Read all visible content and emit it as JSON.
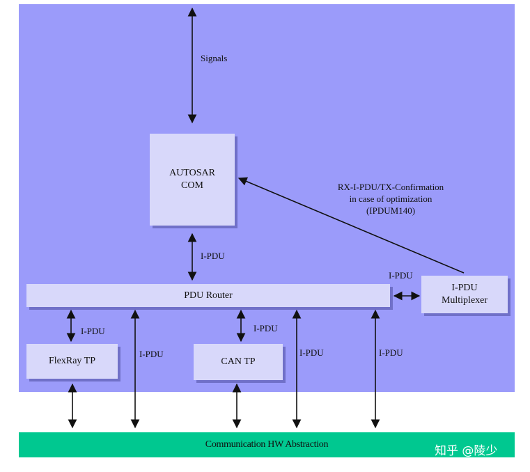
{
  "diagram": {
    "blocks": {
      "autosar_com": "AUTOSAR\nCOM",
      "pdu_router": "PDU Router",
      "ipdu_multiplexer": "I-PDU\nMultiplexer",
      "flexray_tp": "FlexRay TP",
      "can_tp": "CAN TP",
      "hw_abstraction": "Communication HW Abstraction"
    },
    "labels": {
      "signals": "Signals",
      "ipdu_com_router": "I-PDU",
      "ipdu_router_mux": "I-PDU",
      "ipdu_flexray_tp": "I-PDU",
      "ipdu_flexray_direct": "I-PDU",
      "ipdu_can_tp": "I-PDU",
      "ipdu_can_direct": "I-PDU",
      "ipdu_other": "I-PDU",
      "mux_to_com_line1": "RX-I-PDU/TX-Confirmation",
      "mux_to_com_line2": "in case of optimization",
      "mux_to_com_line3": "(IPDUM140)"
    },
    "colors": {
      "background": "#9b9bfa",
      "box_fill": "#d8d8fa",
      "box_shadow": "#7070c8",
      "hw_bar": "#00c890"
    }
  },
  "watermark": "知乎 @陵少"
}
